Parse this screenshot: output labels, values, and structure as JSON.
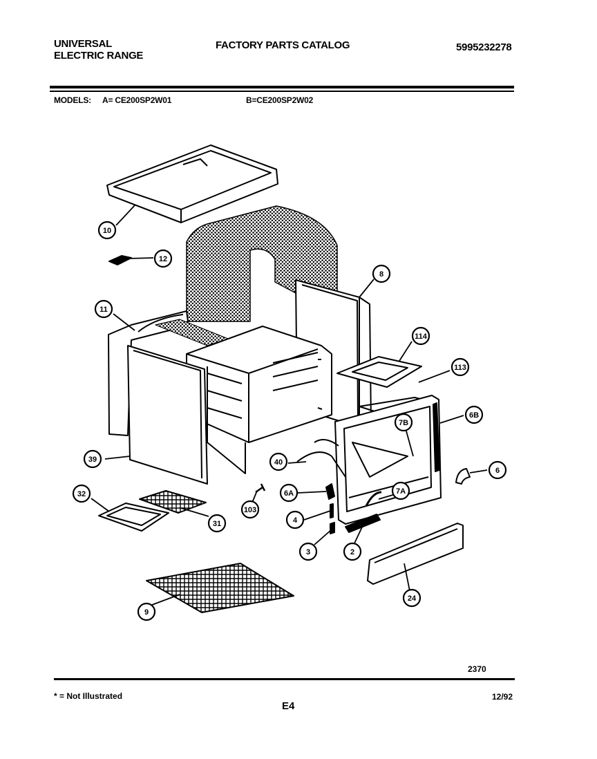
{
  "header": {
    "brand_line1": "UNIVERSAL",
    "brand_line2": "ELECTRIC RANGE",
    "catalog_title": "FACTORY PARTS CATALOG",
    "catalog_number": "5995232278"
  },
  "models": {
    "label": "MODELS:",
    "model_a": "A= CE200SP2W01",
    "model_b": "B=CE200SP2W02"
  },
  "diagram": {
    "callouts": [
      "10",
      "12",
      "11",
      "8",
      "39",
      "114",
      "113",
      "6B",
      "7B",
      "6",
      "40",
      "6A",
      "7A",
      "32",
      "31",
      "103",
      "4",
      "3",
      "2",
      "24",
      "9"
    ],
    "figure_number": "2370"
  },
  "footer": {
    "note": "* = Not Illustrated",
    "page": "E4",
    "date": "12/92"
  }
}
